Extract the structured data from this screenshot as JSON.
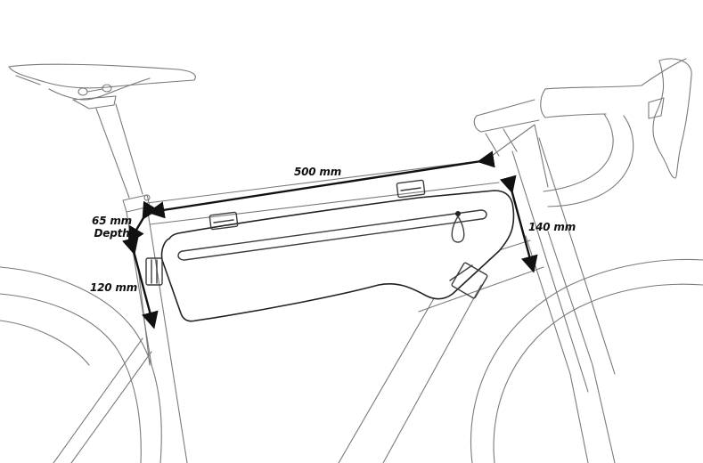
{
  "diagram": {
    "subject": "Bicycle frame bag dimensions",
    "line_color": "#7a7a7a",
    "dimension_color": "#111111",
    "background": "#ffffff"
  },
  "dimensions": {
    "length": {
      "label": "500 mm"
    },
    "depth": {
      "label_line1": "65 mm",
      "label_line2": "Depth"
    },
    "rear_height": {
      "label": "120 mm"
    },
    "front_height": {
      "label": "140 mm"
    }
  },
  "components": [
    "saddle",
    "seatpost",
    "seat-tube",
    "top-tube",
    "down-tube",
    "head-tube",
    "stem",
    "drop-handlebar",
    "brake-shifter-lever",
    "front-wheel",
    "rear-wheel",
    "frame-bag",
    "bag-zipper",
    "zipper-pull",
    "velcro-strap-top-rear",
    "velcro-strap-top-front",
    "velcro-strap-seat-tube",
    "velcro-strap-down-tube"
  ]
}
